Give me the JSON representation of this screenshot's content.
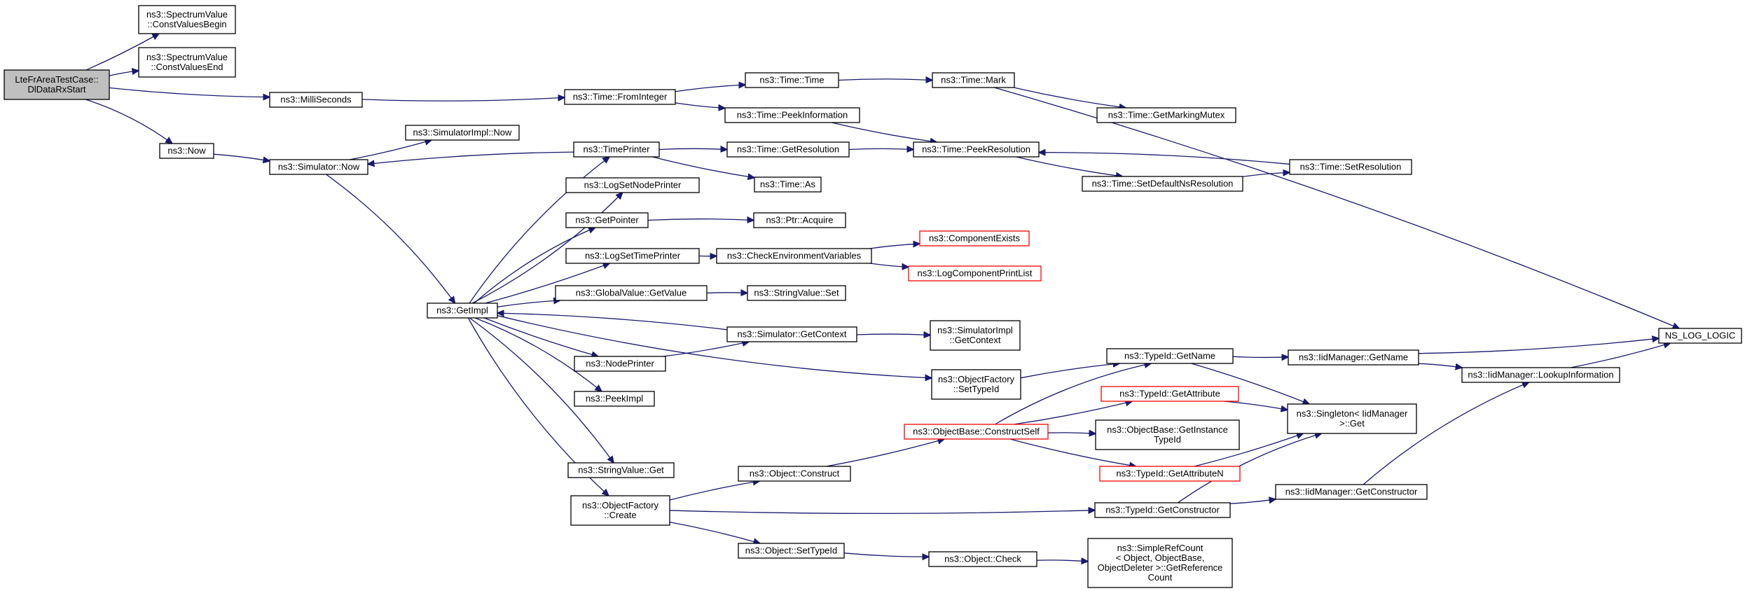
{
  "colors": {
    "edge": "#191970",
    "node_border": "#000000",
    "node_border_truncated": "#ff0000",
    "root_fill": "#bfbfbf",
    "node_fill": "#ffffff"
  },
  "nodes": [
    {
      "id": "root",
      "lines": [
        "LteFrAreaTestCase::",
        "DlDataRxStart"
      ],
      "kind": "root"
    },
    {
      "id": "cvb",
      "lines": [
        "ns3::SpectrumValue",
        "::ConstValuesBegin"
      ]
    },
    {
      "id": "cve",
      "lines": [
        "ns3::SpectrumValue",
        "::ConstValuesEnd"
      ]
    },
    {
      "id": "milli",
      "lines": [
        "ns3::MilliSeconds"
      ]
    },
    {
      "id": "fromint",
      "lines": [
        "ns3::Time::FromInteger"
      ]
    },
    {
      "id": "ttime",
      "lines": [
        "ns3::Time::Time"
      ]
    },
    {
      "id": "mark",
      "lines": [
        "ns3::Time::Mark"
      ]
    },
    {
      "id": "peekinfo",
      "lines": [
        "ns3::Time::PeekInformation"
      ]
    },
    {
      "id": "getmutex",
      "lines": [
        "ns3::Time::GetMarkingMutex"
      ]
    },
    {
      "id": "now",
      "lines": [
        "ns3::Now"
      ]
    },
    {
      "id": "simnow",
      "lines": [
        "ns3::Simulator::Now"
      ]
    },
    {
      "id": "simimplnow",
      "lines": [
        "ns3::SimulatorImpl::Now"
      ]
    },
    {
      "id": "timeprinter",
      "lines": [
        "ns3::TimePrinter"
      ]
    },
    {
      "id": "getres",
      "lines": [
        "ns3::Time::GetResolution"
      ]
    },
    {
      "id": "peekres",
      "lines": [
        "ns3::Time::PeekResolution"
      ]
    },
    {
      "id": "tas",
      "lines": [
        "ns3::Time::As"
      ]
    },
    {
      "id": "setdefres",
      "lines": [
        "ns3::Time::SetDefaultNsResolution"
      ]
    },
    {
      "id": "setres",
      "lines": [
        "ns3::Time::SetResolution"
      ]
    },
    {
      "id": "lognode",
      "lines": [
        "ns3::LogSetNodePrinter"
      ]
    },
    {
      "id": "getptr",
      "lines": [
        "ns3::GetPointer"
      ]
    },
    {
      "id": "acquire",
      "lines": [
        "ns3::Ptr::Acquire"
      ]
    },
    {
      "id": "logtime",
      "lines": [
        "ns3::LogSetTimePrinter"
      ]
    },
    {
      "id": "checkenv",
      "lines": [
        "ns3::CheckEnvironmentVariables"
      ]
    },
    {
      "id": "compexists",
      "lines": [
        "ns3::ComponentExists"
      ],
      "kind": "red"
    },
    {
      "id": "logcomplist",
      "lines": [
        "ns3::LogComponentPrintList"
      ],
      "kind": "red"
    },
    {
      "id": "getimpl",
      "lines": [
        "ns3::GetImpl"
      ]
    },
    {
      "id": "gvgetvalue",
      "lines": [
        "ns3::GlobalValue::GetValue"
      ]
    },
    {
      "id": "svset",
      "lines": [
        "ns3::StringValue::Set"
      ]
    },
    {
      "id": "simgetctx",
      "lines": [
        "ns3::Simulator::GetContext"
      ]
    },
    {
      "id": "simimplgetctx",
      "lines": [
        "ns3::SimulatorImpl",
        "::GetContext"
      ]
    },
    {
      "id": "nodeprinter",
      "lines": [
        "ns3::NodePrinter"
      ]
    },
    {
      "id": "peekimpl",
      "lines": [
        "ns3::PeekImpl"
      ]
    },
    {
      "id": "ofsettypeid",
      "lines": [
        "ns3::ObjectFactory",
        "::SetTypeId"
      ]
    },
    {
      "id": "tidgetname",
      "lines": [
        "ns3::TypeId::GetName"
      ]
    },
    {
      "id": "iidgetname",
      "lines": [
        "ns3::IidManager::GetName"
      ]
    },
    {
      "id": "nslog",
      "lines": [
        "NS_LOG_LOGIC"
      ]
    },
    {
      "id": "lookupinfo",
      "lines": [
        "ns3::IidManager::LookupInformation"
      ]
    },
    {
      "id": "tidgetattr",
      "lines": [
        "ns3::TypeId::GetAttribute"
      ],
      "kind": "red"
    },
    {
      "id": "singleton",
      "lines": [
        "ns3::Singleton< IidManager",
        " >::Get"
      ]
    },
    {
      "id": "obconstruct",
      "lines": [
        "ns3::ObjectBase::ConstructSelf"
      ],
      "kind": "red"
    },
    {
      "id": "obgetinst",
      "lines": [
        "ns3::ObjectBase::GetInstance",
        "TypeId"
      ]
    },
    {
      "id": "tidgetattrn",
      "lines": [
        "ns3::TypeId::GetAttributeN"
      ],
      "kind": "red"
    },
    {
      "id": "svget",
      "lines": [
        "ns3::StringValue::Get"
      ]
    },
    {
      "id": "objconstruct",
      "lines": [
        "ns3::Object::Construct"
      ]
    },
    {
      "id": "ofcreate",
      "lines": [
        "ns3::ObjectFactory",
        "::Create"
      ]
    },
    {
      "id": "tidgetctor",
      "lines": [
        "ns3::TypeId::GetConstructor"
      ]
    },
    {
      "id": "iidgetctor",
      "lines": [
        "ns3::IidManager::GetConstructor"
      ]
    },
    {
      "id": "objsettypeid",
      "lines": [
        "ns3::Object::SetTypeId"
      ]
    },
    {
      "id": "objcheck",
      "lines": [
        "ns3::Object::Check"
      ]
    },
    {
      "id": "simplerefcount",
      "lines": [
        "ns3::SimpleRefCount",
        "< Object, ObjectBase,",
        " ObjectDeleter >::GetReference",
        "Count"
      ]
    }
  ],
  "edges": [
    [
      "root",
      "cvb"
    ],
    [
      "root",
      "cve"
    ],
    [
      "root",
      "milli"
    ],
    [
      "root",
      "now"
    ],
    [
      "milli",
      "fromint"
    ],
    [
      "fromint",
      "ttime"
    ],
    [
      "fromint",
      "peekinfo"
    ],
    [
      "ttime",
      "mark"
    ],
    [
      "mark",
      "getmutex"
    ],
    [
      "mark",
      "nslog"
    ],
    [
      "peekinfo",
      "peekres"
    ],
    [
      "now",
      "simnow"
    ],
    [
      "simnow",
      "simimplnow"
    ],
    [
      "simnow",
      "getimpl"
    ],
    [
      "timeprinter",
      "simnow"
    ],
    [
      "timeprinter",
      "getres"
    ],
    [
      "timeprinter",
      "tas"
    ],
    [
      "getres",
      "peekres"
    ],
    [
      "peekres",
      "setdefres"
    ],
    [
      "setdefres",
      "setres"
    ],
    [
      "setres",
      "peekres"
    ],
    [
      "getimpl",
      "timeprinter"
    ],
    [
      "getimpl",
      "lognode"
    ],
    [
      "getimpl",
      "getptr"
    ],
    [
      "getimpl",
      "logtime"
    ],
    [
      "getimpl",
      "gvgetvalue"
    ],
    [
      "getimpl",
      "nodeprinter"
    ],
    [
      "getimpl",
      "peekimpl"
    ],
    [
      "getimpl",
      "ofsettypeid"
    ],
    [
      "getimpl",
      "svget"
    ],
    [
      "getimpl",
      "ofcreate"
    ],
    [
      "getptr",
      "acquire"
    ],
    [
      "logtime",
      "checkenv"
    ],
    [
      "checkenv",
      "compexists"
    ],
    [
      "checkenv",
      "logcomplist"
    ],
    [
      "gvgetvalue",
      "svset"
    ],
    [
      "simgetctx",
      "getimpl"
    ],
    [
      "simgetctx",
      "simimplgetctx"
    ],
    [
      "nodeprinter",
      "simgetctx"
    ],
    [
      "ofsettypeid",
      "tidgetname"
    ],
    [
      "tidgetname",
      "iidgetname"
    ],
    [
      "tidgetname",
      "singleton"
    ],
    [
      "iidgetname",
      "nslog"
    ],
    [
      "iidgetname",
      "lookupinfo"
    ],
    [
      "lookupinfo",
      "nslog"
    ],
    [
      "obconstruct",
      "tidgetname"
    ],
    [
      "obconstruct",
      "tidgetattr"
    ],
    [
      "obconstruct",
      "obgetinst"
    ],
    [
      "obconstruct",
      "tidgetattrn"
    ],
    [
      "tidgetattr",
      "singleton"
    ],
    [
      "tidgetattrn",
      "singleton"
    ],
    [
      "ofcreate",
      "objconstruct"
    ],
    [
      "ofcreate",
      "tidgetctor"
    ],
    [
      "ofcreate",
      "objsettypeid"
    ],
    [
      "objconstruct",
      "obconstruct"
    ],
    [
      "tidgetctor",
      "singleton"
    ],
    [
      "tidgetctor",
      "iidgetctor"
    ],
    [
      "iidgetctor",
      "lookupinfo"
    ],
    [
      "objsettypeid",
      "objcheck"
    ],
    [
      "objcheck",
      "simplerefcount"
    ]
  ]
}
